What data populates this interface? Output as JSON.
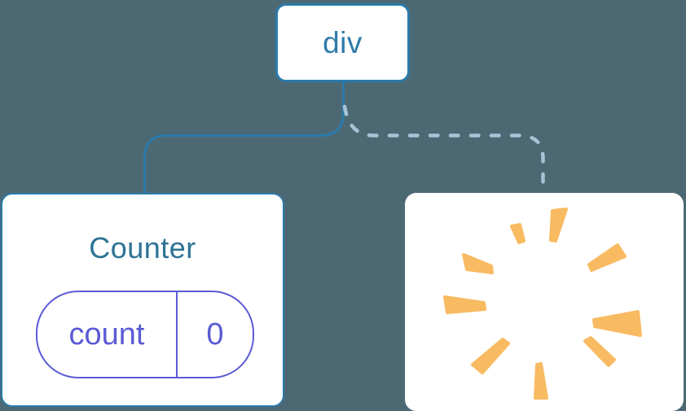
{
  "diagram": {
    "root": {
      "label": "div"
    },
    "children": {
      "counter": {
        "title": "Counter",
        "state": {
          "key": "count",
          "value": "0"
        }
      },
      "removed": {
        "icon": "poof-starburst-icon"
      }
    },
    "edges": {
      "to_counter": "solid",
      "to_removed": "dashed"
    }
  },
  "colors": {
    "bg": "#4C6973",
    "card-bg": "#FFFFFF",
    "line-blue": "#2B7AAB",
    "dashed-blue": "#A6C4D7",
    "div-text": "#2E7CAB",
    "counter-text": "#2D7295",
    "state-purple": "#5B5BD6",
    "poof-orange": "#F8BB62"
  }
}
